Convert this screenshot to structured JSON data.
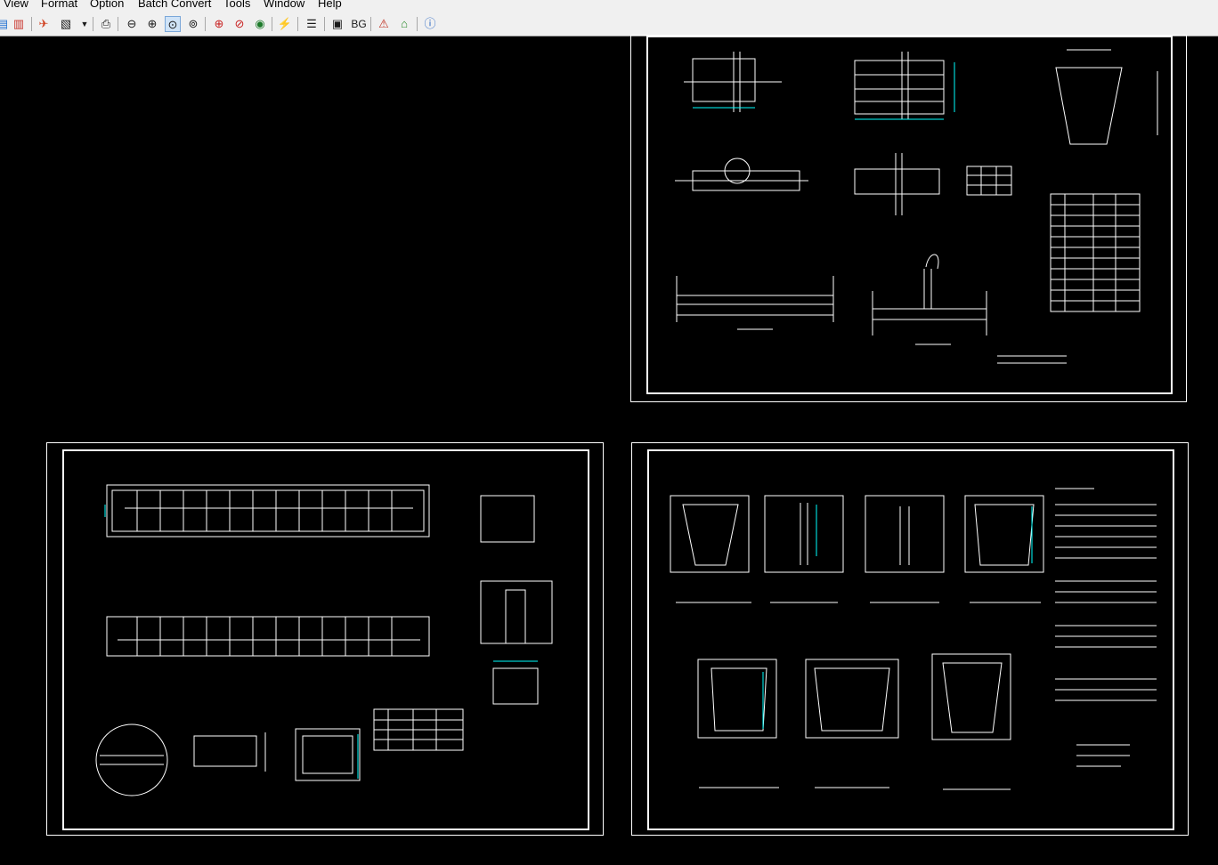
{
  "menu": {
    "items": [
      "View",
      "Format",
      "Option",
      "Batch Convert",
      "Tools",
      "Window",
      "Help"
    ]
  },
  "toolbar": {
    "bg_label": "BG"
  },
  "colors": {
    "drawing_background": "#000000",
    "line": "#ffffff",
    "dimension_accent": "#00ffff",
    "toolbar_background": "#f0f0f0"
  },
  "sheets": [
    {
      "id": "sheet-top-right",
      "description_hidden": true
    },
    {
      "id": "sheet-bottom-left",
      "description_hidden": true
    },
    {
      "id": "sheet-bottom-right",
      "description_hidden": true
    }
  ]
}
